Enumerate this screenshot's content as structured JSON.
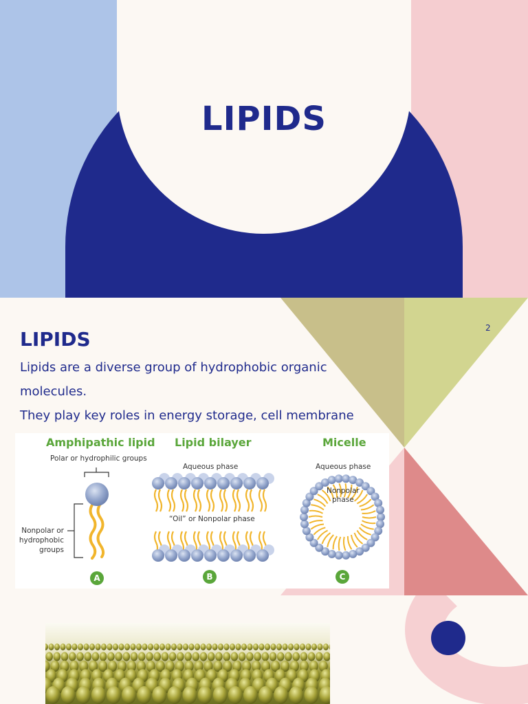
{
  "slide1": {
    "title": "LIPIDS",
    "colors": {
      "left_panel": "#adc4e8",
      "right_panel": "#f5cdd0",
      "arch": "#1f2a8c",
      "title": "#1f2a8c"
    }
  },
  "slide2": {
    "page_number": "2",
    "title": "LIPIDS",
    "body": [
      "Lipids are a diverse group of hydrophobic organic molecules.",
      "They play key roles in energy storage, cell membrane"
    ],
    "figure": {
      "panel_a": {
        "heading": "Amphipathic lipid",
        "polar_label": "Polar or hydrophilic groups",
        "nonpolar_label_1": "Nonpolar or",
        "nonpolar_label_2": "hydrophobic",
        "nonpolar_label_3": "groups",
        "badge": "A"
      },
      "panel_b": {
        "heading": "Lipid bilayer",
        "aqueous_label": "Aqueous phase",
        "oil_label": "“Oil” or Nonpolar phase",
        "badge": "B"
      },
      "panel_c": {
        "heading": "Micelle",
        "aqueous_label": "Aqueous phase",
        "nonpolar_label_1": "Nonpolar",
        "nonpolar_label_2": "phase",
        "badge": "C"
      }
    },
    "colors": {
      "triangle_tan": "#c8bf8a",
      "triangle_green": "#d2d590",
      "triangle_red": "#de8a8a",
      "heading_green": "#5aa63a"
    }
  },
  "slide3": {
    "colors": {
      "ring": "#f6d0d2",
      "dot": "#1f2a8c"
    }
  }
}
